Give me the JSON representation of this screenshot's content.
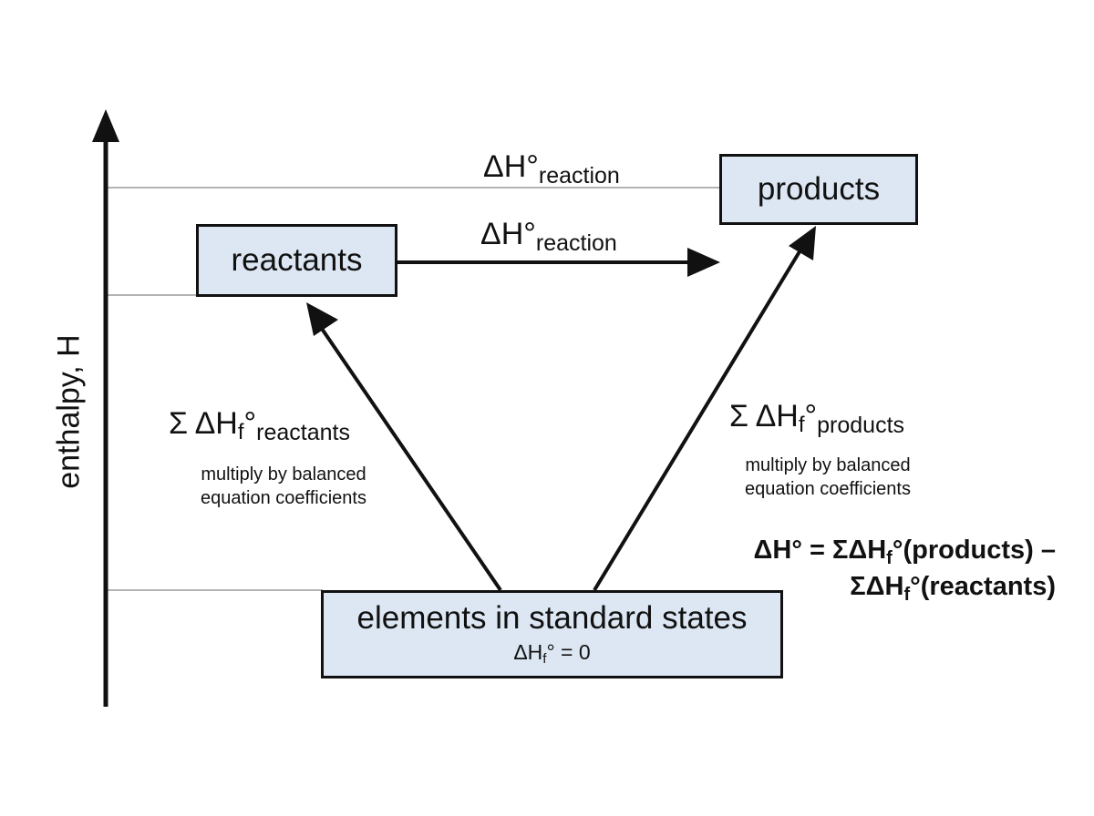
{
  "y_axis": {
    "label": "enthalpy, H"
  },
  "boxes": {
    "reactants": {
      "label": "reactants"
    },
    "products": {
      "label": "products"
    },
    "elements": {
      "label": "elements in standard states",
      "sub_main": "ΔH",
      "sub_index": "f",
      "sub_rest": "° = 0"
    }
  },
  "reaction_labels": {
    "top": {
      "main": "ΔH°",
      "sub": "reaction"
    },
    "arrow": {
      "main": "ΔH°",
      "sub": "reaction"
    }
  },
  "left_arrow": {
    "sum_main": "Σ ΔH",
    "sum_index": "f",
    "sum_deg": "°",
    "sum_sub": "reactants",
    "note_line1": "multiply by balanced",
    "note_line2": "equation coefficients"
  },
  "right_arrow": {
    "sum_main": "Σ ΔH",
    "sum_index": "f",
    "sum_deg": "°",
    "sum_sub": "products",
    "note_line1": "multiply by balanced",
    "note_line2": "equation coefficients"
  },
  "formula": {
    "line1_a": "ΔH° = ΣΔH",
    "line1_index": "f",
    "line1_b": "°(products) –",
    "line2_a": "ΣΔH",
    "line2_index": "f",
    "line2_b": "°(reactants)"
  },
  "colors": {
    "box_fill": "#dce7f3",
    "line": "#111111",
    "guide": "#9a9a9a"
  }
}
